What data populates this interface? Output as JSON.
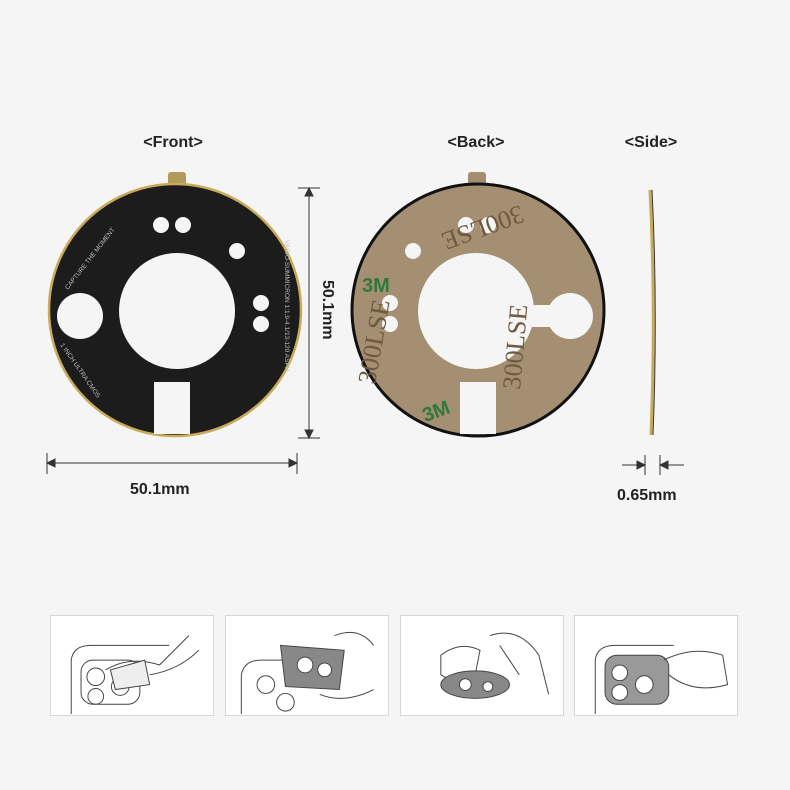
{
  "views": {
    "front_label": "<Front>",
    "back_label": "<Back>",
    "side_label": "<Side>"
  },
  "dimensions": {
    "height": "50.1mm",
    "width": "50.1mm",
    "thickness": "0.65mm"
  },
  "front_print": {
    "top_left": "CAPTURE THE MOMENT",
    "bottom_left": "1 INCH ULTRA CMOS",
    "right": "VARIO-SUMMICRON 1:1.9-4.1/13-120 ASPH"
  },
  "back_print": {
    "brand": "3M",
    "code": "300LSE"
  },
  "steps": [
    "step-1",
    "step-2",
    "step-3",
    "step-4"
  ],
  "colors": {
    "disc": "#1c1c1c",
    "gold": "#c8aa5a",
    "adhesive": "#a58f72",
    "logo": "#2f7a3a"
  }
}
